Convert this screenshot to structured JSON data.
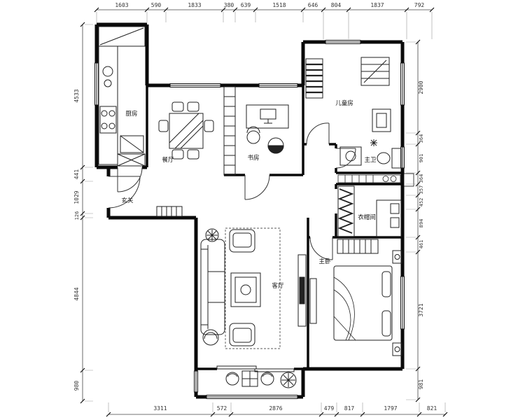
{
  "colors": {
    "wall": "#0a0a0a",
    "line": "#222222",
    "dim_text": "#333333",
    "background": "#ffffff"
  },
  "dimensions": {
    "top": [
      "1603",
      "590",
      "1833",
      "380",
      "639",
      "1518",
      "646",
      "804",
      "1837",
      "792"
    ],
    "left": [
      "4533",
      "441",
      "1029",
      "126",
      "4844",
      "980"
    ],
    "right": [
      "2900",
      "364",
      "901",
      "364",
      "357",
      "452",
      "894",
      "461",
      "3721",
      "981"
    ],
    "bottom": [
      "3311",
      "572",
      "2876",
      "479",
      "817",
      "1797",
      "821"
    ]
  },
  "rooms": {
    "kitchen": "厨房",
    "dining": "餐厅",
    "study": "书房",
    "kids": "儿童房",
    "bath": "主卫",
    "cloak": "衣帽间",
    "living": "客厅",
    "bedroom": "主卧",
    "entry": "玄关"
  }
}
